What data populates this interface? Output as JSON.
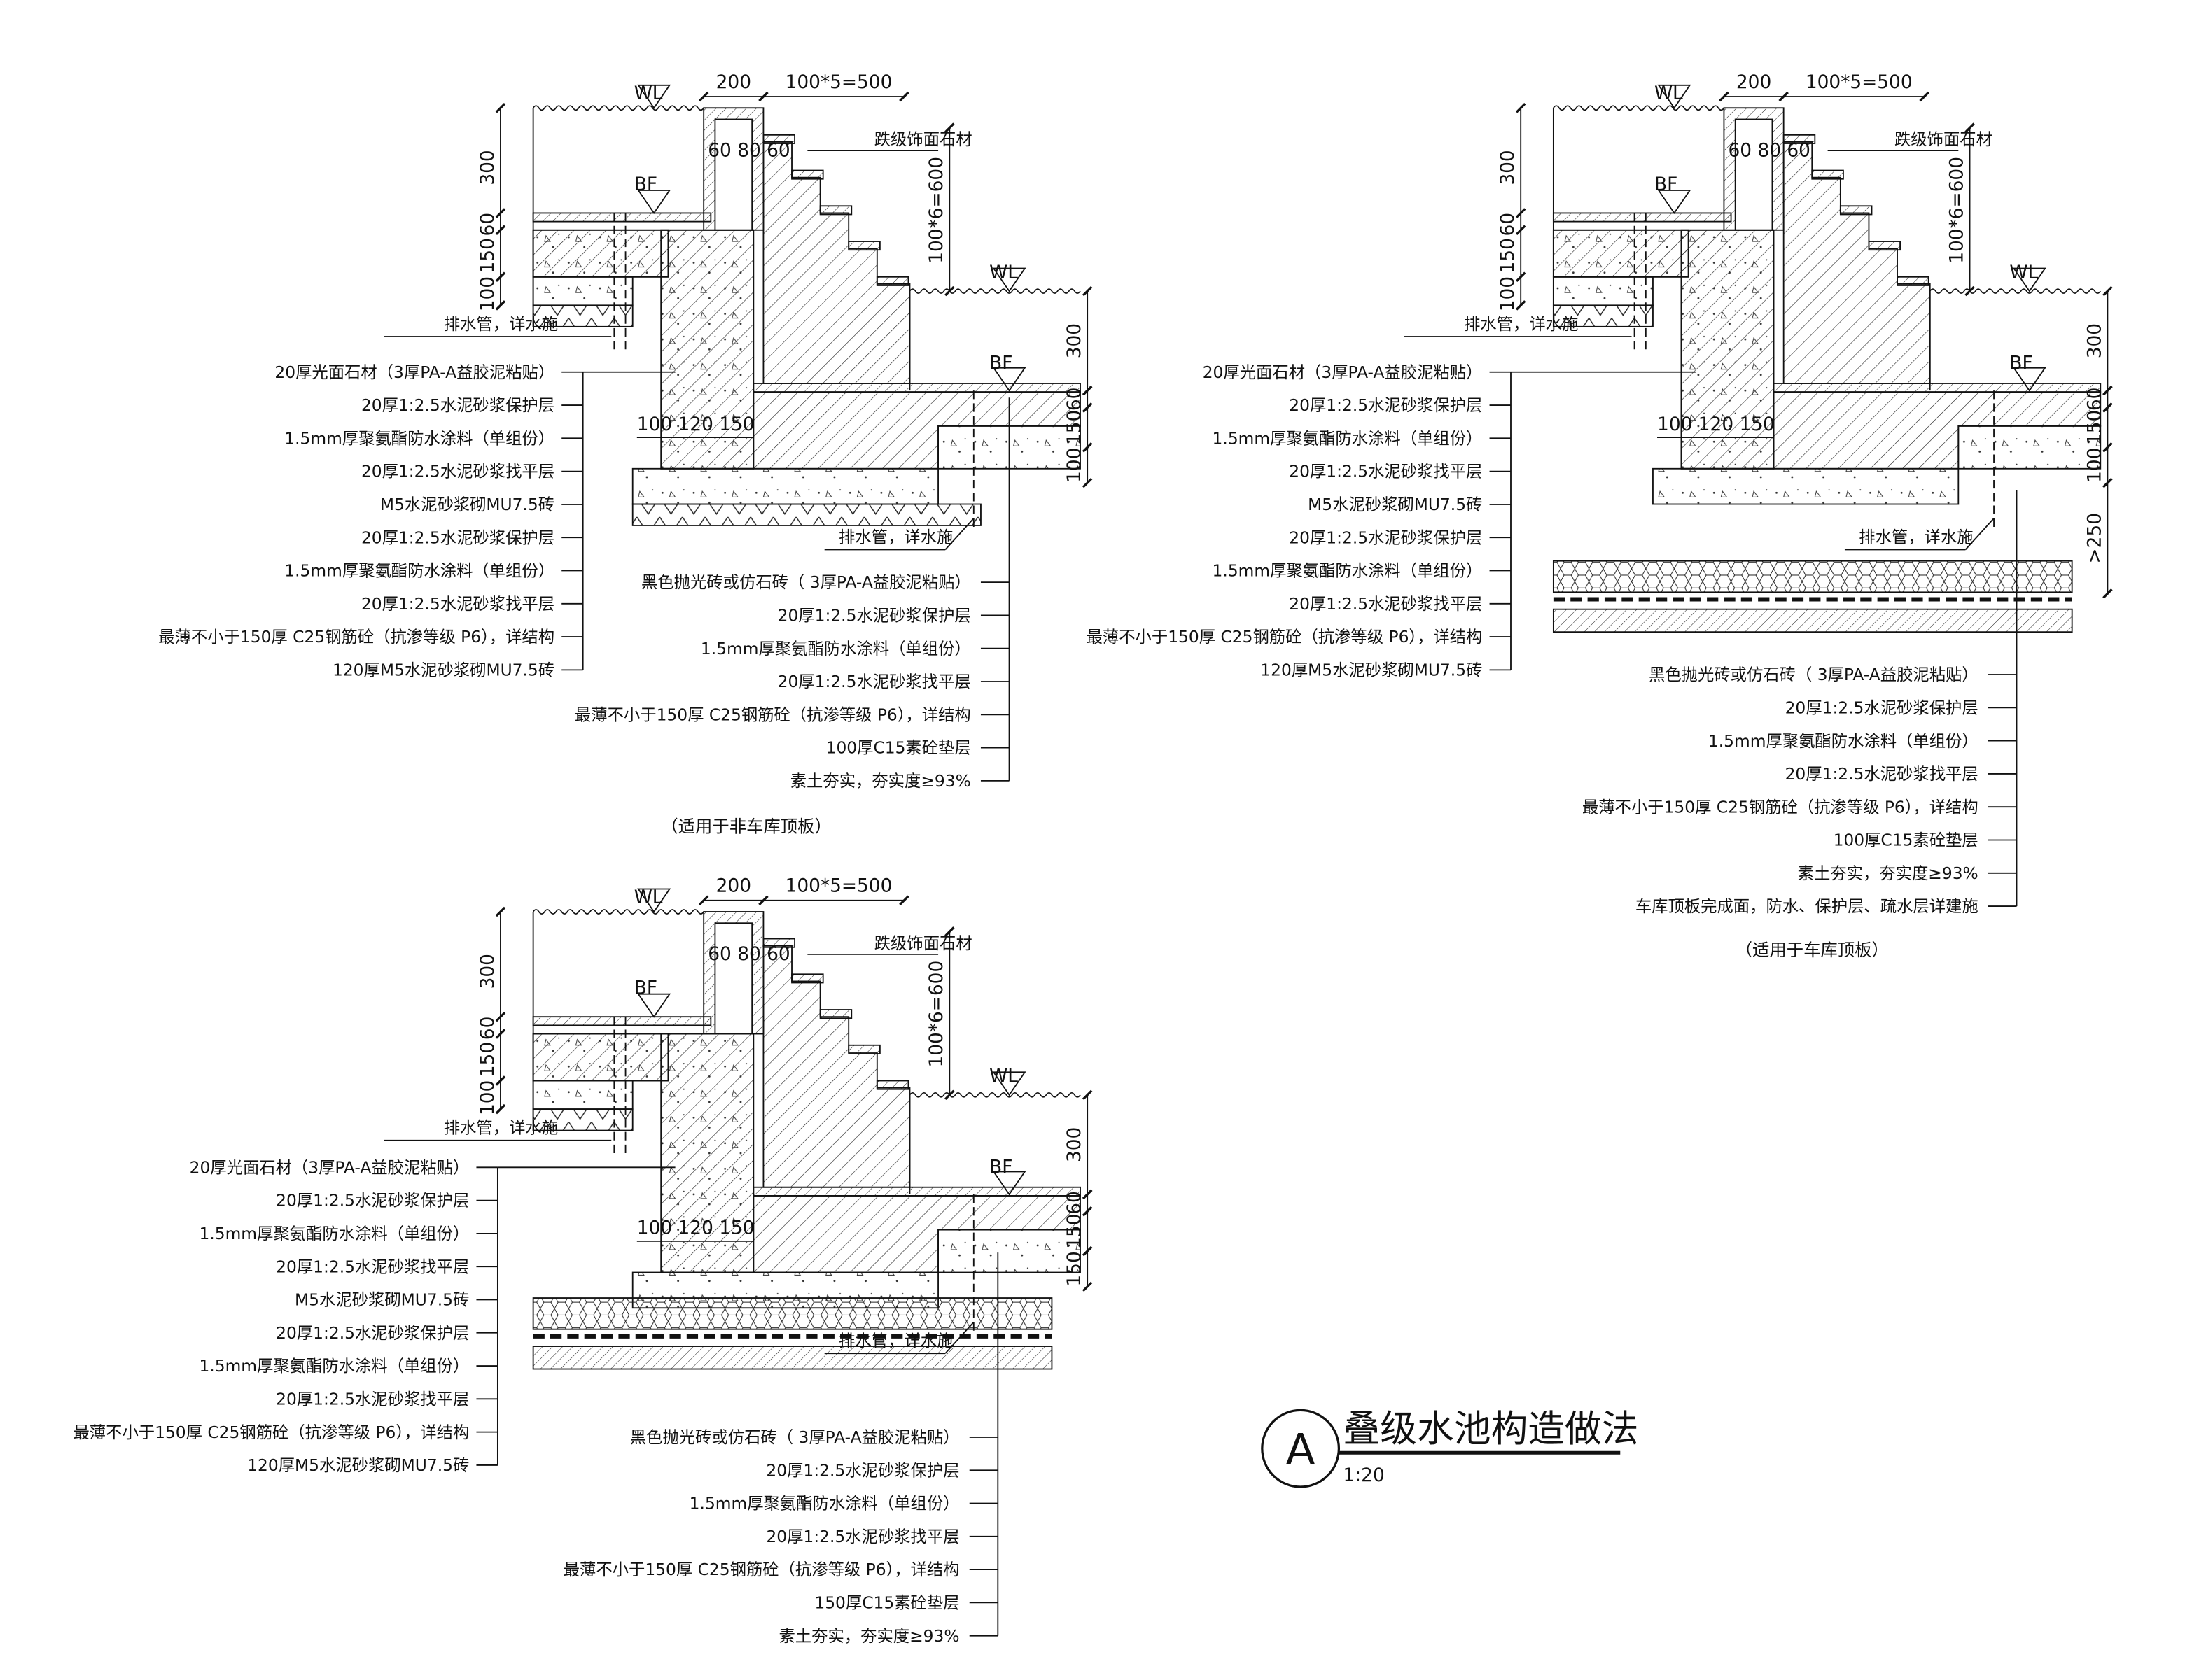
{
  "title": {
    "symbol": "A",
    "name": "叠级水池构造做法",
    "scale": "1:20"
  },
  "common": {
    "wl": "WL",
    "bf": "BF",
    "dim_200": "200",
    "dim_steps_h": "100*5=500",
    "dim_steps_v": "100*6=600",
    "dim_300": "300",
    "dim_60": "60",
    "dim_150": "150",
    "dim_100": "100",
    "dim_coping": "60 80 60",
    "dim_wall": "100 120 150",
    "stone_note": "跌级饰面石材",
    "drain_note": "排水管，详水施"
  },
  "details": [
    {
      "caption": "（适用于非车库顶板）",
      "right_dims": [
        "300",
        "60",
        "150",
        "100"
      ],
      "left_labels": [
        "20厚光面石材（3厚PA-A益胶泥粘贴）",
        "20厚1:2.5水泥砂浆保护层",
        "1.5mm厚聚氨酯防水涂料（单组份）",
        "20厚1:2.5水泥砂浆找平层",
        "M5水泥砂浆砌MU7.5砖",
        "20厚1:2.5水泥砂浆保护层",
        "1.5mm厚聚氨酯防水涂料（单组份）",
        "20厚1:2.5水泥砂浆找平层",
        "最薄不小于150厚 C25钢筋砼（抗渗等级 P6），详结构",
        "120厚M5水泥砂浆砌MU7.5砖"
      ],
      "right_labels": [
        "黑色抛光砖或仿石砖（ 3厚PA-A益胶泥粘贴）",
        "20厚1:2.5水泥砂浆保护层",
        "1.5mm厚聚氨酯防水涂料（单组份）",
        "20厚1:2.5水泥砂浆找平层",
        "最薄不小于150厚 C25钢筋砼（抗渗等级 P6），详结构",
        "100厚C15素砼垫层",
        "素土夯实，夯实度≥93%"
      ]
    },
    {
      "caption": "（适用于车库顶板）",
      "right_dims": [
        "300",
        "60",
        "150",
        "100",
        ">250"
      ],
      "left_labels": [
        "20厚光面石材（3厚PA-A益胶泥粘贴）",
        "20厚1:2.5水泥砂浆保护层",
        "1.5mm厚聚氨酯防水涂料（单组份）",
        "20厚1:2.5水泥砂浆找平层",
        "M5水泥砂浆砌MU7.5砖",
        "20厚1:2.5水泥砂浆保护层",
        "1.5mm厚聚氨酯防水涂料（单组份）",
        "20厚1:2.5水泥砂浆找平层",
        "最薄不小于150厚 C25钢筋砼（抗渗等级 P6），详结构",
        "120厚M5水泥砂浆砌MU7.5砖"
      ],
      "right_labels": [
        "黑色抛光砖或仿石砖（ 3厚PA-A益胶泥粘贴）",
        "20厚1:2.5水泥砂浆保护层",
        "1.5mm厚聚氨酯防水涂料（单组份）",
        "20厚1:2.5水泥砂浆找平层",
        "最薄不小于150厚 C25钢筋砼（抗渗等级 P6），详结构",
        "100厚C15素砼垫层",
        "素土夯实，夯实度≥93%",
        "车库顶板完成面，防水、保护层、疏水层详建施"
      ]
    },
    {
      "caption": "",
      "right_dims": [
        "300",
        "60",
        "150",
        "150"
      ],
      "left_labels": [
        "20厚光面石材（3厚PA-A益胶泥粘贴）",
        "20厚1:2.5水泥砂浆保护层",
        "1.5mm厚聚氨酯防水涂料（单组份）",
        "20厚1:2.5水泥砂浆找平层",
        "M5水泥砂浆砌MU7.5砖",
        "20厚1:2.5水泥砂浆保护层",
        "1.5mm厚聚氨酯防水涂料（单组份）",
        "20厚1:2.5水泥砂浆找平层",
        "最薄不小于150厚 C25钢筋砼（抗渗等级 P6），详结构",
        "120厚M5水泥砂浆砌MU7.5砖"
      ],
      "right_labels": [
        "黑色抛光砖或仿石砖（ 3厚PA-A益胶泥粘贴）",
        "20厚1:2.5水泥砂浆保护层",
        "1.5mm厚聚氨酯防水涂料（单组份）",
        "20厚1:2.5水泥砂浆找平层",
        "最薄不小于150厚 C25钢筋砼（抗渗等级 P6），详结构",
        "150厚C15素砼垫层",
        "素土夯实，夯实度≥93%"
      ]
    }
  ]
}
